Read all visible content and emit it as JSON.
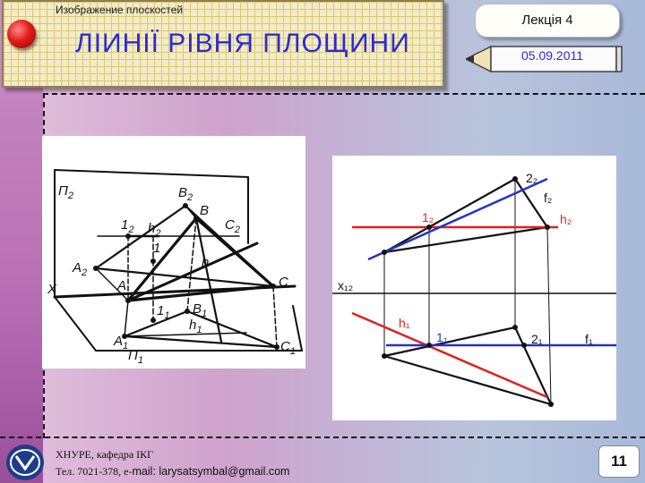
{
  "header": {
    "subject": "Изображение плоскостей",
    "title": "ЛІИНІЇ  РІВНЯ ПЛОЩИНИ",
    "lecture": "Лекція  4",
    "date": "05.09.2011"
  },
  "left_figure": {
    "labels": {
      "plane_v": "П",
      "plane_v_sub": "2",
      "plane_h": "П",
      "plane_h_sub": "1",
      "x": "X",
      "A2": "A",
      "A2_sub": "2",
      "A": "A",
      "A1": "A",
      "A1_sub": "1",
      "B2": "B",
      "B2_sub": "2",
      "B": "B",
      "B1": "B",
      "B1_sub": "1",
      "C2": "C",
      "C2_sub": "2",
      "C": "C",
      "C1": "C",
      "C1_sub": "1",
      "h": "h",
      "h2": "h",
      "h2_sub": "2",
      "h1": "h",
      "h1_sub": "1",
      "one": "1",
      "one2": "1",
      "one2_sub": "2",
      "one1": "1",
      "one1_sub": "1"
    }
  },
  "right_figure": {
    "labels": {
      "two2": "2₂",
      "f2": "f₂",
      "one2": "1₂",
      "h2": "h₂",
      "x12": "x₁₂",
      "h1": "h₁",
      "one1": "1₁",
      "two1": "2₁",
      "f1": "f₁"
    },
    "colors": {
      "horizontal": "#e02020",
      "frontal": "#2233cc",
      "lines": "#111111"
    }
  },
  "footer": {
    "org": "ХНУРЕ,  кафедра ІКГ",
    "phone": "Тел. 7021-378, е-",
    "mail_label": "mail",
    "email": ": larysatsymbal@gmail.com",
    "page": "11"
  }
}
